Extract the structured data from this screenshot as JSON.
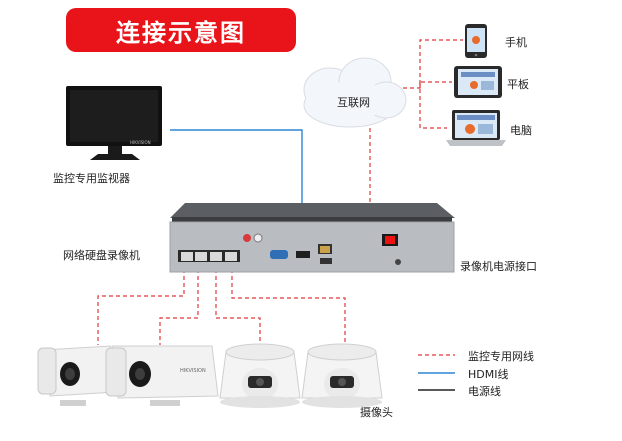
{
  "title": "连接示意图",
  "labels": {
    "monitor": "监控专用监视器",
    "nvr": "网络硬盘录像机",
    "internet": "互联网",
    "phone": "手机",
    "tablet": "平板",
    "computer": "电脑",
    "power_port": "录像机电源接口",
    "cameras": "摄像头"
  },
  "legend": [
    {
      "label": "监控专用网线",
      "style": "dashed",
      "color": "#e0383a"
    },
    {
      "label": "HDMI线",
      "style": "solid",
      "color": "#2e86d6"
    },
    {
      "label": "电源线",
      "style": "solid",
      "color": "#222222"
    }
  ],
  "device_text": {
    "monitor_brand": "HIKVISION",
    "camera_brand": "HIKVISION"
  },
  "colors": {
    "accent": "#e8141a",
    "lan_line": "#e0383a",
    "hdmi_line": "#2e86d6",
    "power_line": "#222222"
  }
}
